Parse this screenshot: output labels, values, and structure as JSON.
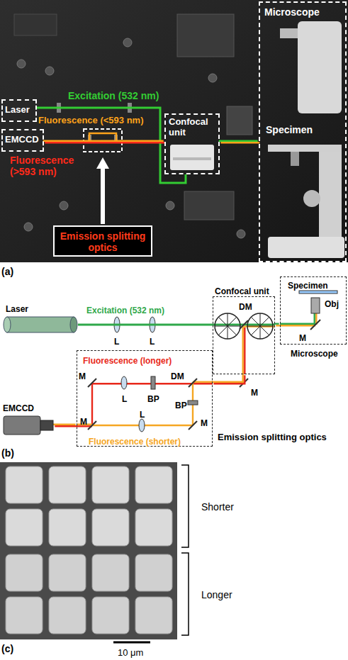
{
  "diagram": {
    "nodes": [
      {
        "text": [
          "Laser"
        ]
      },
      {
        "text": [
          "EMCCD"
        ]
      },
      {
        "text": [
          "Confocal unit"
        ]
      },
      {
        "text": [
          "Microscope",
          "Specimen"
        ]
      },
      {
        "text": [
          "Emission splitting optics"
        ]
      },
      {
        "text": [
          "Laser"
        ]
      },
      {
        "text": [
          "Confocal unit",
          "DM"
        ]
      },
      {
        "text": [
          "Specimen",
          "Obj",
          "M",
          "Microscope"
        ]
      },
      {
        "text": [
          "Fluorescence (longer)",
          "M",
          "L",
          "BP",
          "DM",
          "BP",
          "M",
          "L",
          "M",
          "Fluorescence (shorter)",
          "Emission splitting optics"
        ]
      },
      {
        "text": [
          "EMCCD"
        ]
      }
    ],
    "edges": [
      {
        "from": 0,
        "to": 2,
        "arrow": "none"
      },
      {
        "from": 2,
        "to": 3,
        "arrow": "none"
      },
      {
        "from": 2,
        "to": 1,
        "arrow": "none"
      },
      {
        "from": 5,
        "to": 6,
        "arrow": "none"
      },
      {
        "from": 6,
        "to": 7,
        "arrow": "none"
      },
      {
        "from": 6,
        "to": 8,
        "arrow": "none"
      },
      {
        "from": 8,
        "to": 9,
        "arrow": "none"
      }
    ],
    "labels": [
      "Excitation (532 nm)",
      "Fluorescence (<593 nm)",
      "Fluorescence (>593 nm)",
      "(a)",
      "Excitation (532 nm)",
      "L",
      "L",
      "M",
      "(b)",
      "Shorter",
      "Longer",
      "10 μm",
      "(c)"
    ]
  }
}
